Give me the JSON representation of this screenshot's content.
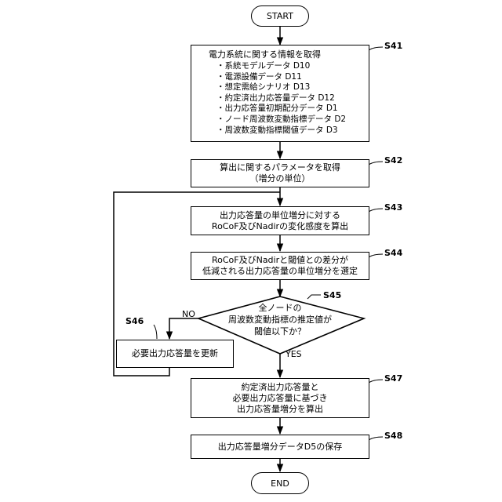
{
  "start": "START",
  "end": "END",
  "s41": {
    "step": "S41",
    "title": "電力系統に関する情報を取得",
    "items": [
      "系統モデルデータ D10",
      "電源設備データ D11",
      "想定需給シナリオ D13",
      "約定済出力応答量データ D12",
      "出力応答量初期配分データ D1",
      "ノード周波数変動指標データ D2",
      "周波数変動指標閾値データ D3"
    ]
  },
  "s42": {
    "step": "S42",
    "line1": "算出に関するパラメータを取得",
    "line2": "（増分の単位）"
  },
  "s43": {
    "step": "S43",
    "line1": "出力応答量の単位増分に対する",
    "line2": "RoCoF及びNadirの変化感度を算出"
  },
  "s44": {
    "step": "S44",
    "line1": "RoCoF及びNadirと閾値との差分が",
    "line2": "低減される出力応答量の単位増分を選定"
  },
  "s45": {
    "step": "S45",
    "line1": "全ノードの",
    "line2": "周波数変動指標の推定値が",
    "line3": "閾値以下か？",
    "no": "NO",
    "yes": "YES"
  },
  "s46": {
    "step": "S46",
    "text": "必要出力応答量を更新"
  },
  "s47": {
    "step": "S47",
    "line1": "約定済出力応答量と",
    "line2": "必要出力応答量に基づき",
    "line3": "出力応答量増分を算出"
  },
  "s48": {
    "step": "S48",
    "text": "出力応答量増分データD5の保存"
  }
}
